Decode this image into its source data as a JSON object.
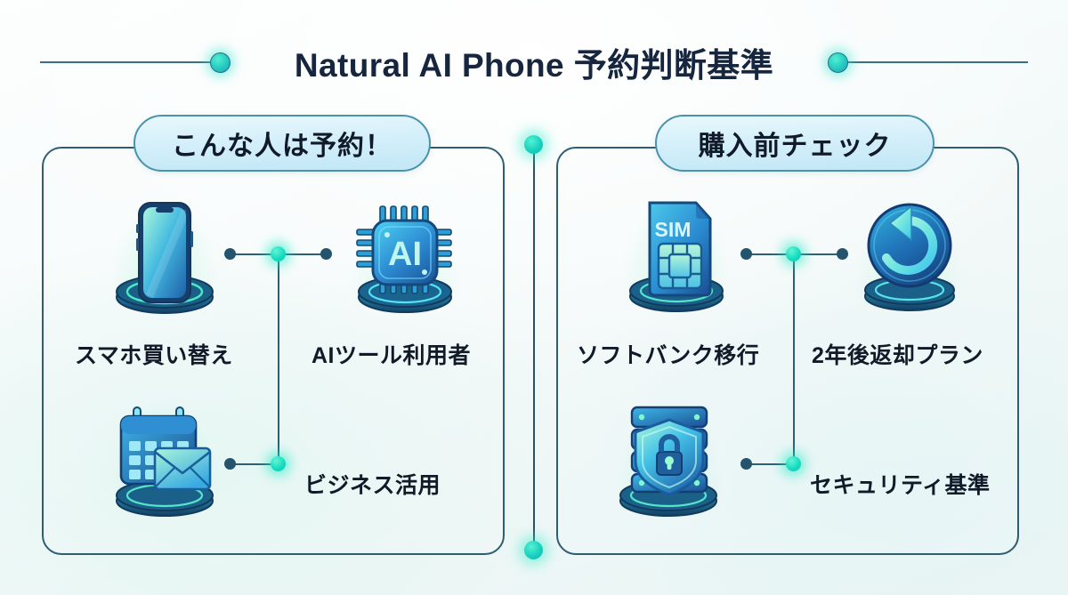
{
  "title": {
    "text": "Natural AI Phone 予約判断基準"
  },
  "colors": {
    "accent_teal": "#17dcc0",
    "line_navy": "#2f5e72",
    "text_dark": "#111a28",
    "pill_border": "#4a93ab",
    "pill_fill": "#d3effa"
  },
  "panels": [
    {
      "id": "left",
      "header": "こんな人は予約！",
      "items": [
        {
          "label": "スマホ買い替え",
          "icon": "smartphone-icon"
        },
        {
          "label": "AIツール利用者",
          "icon": "ai-chip-icon"
        },
        {
          "label": "ビジネス活用",
          "icon": "calendar-mail-icon"
        }
      ]
    },
    {
      "id": "right",
      "header": "購入前チェック",
      "items": [
        {
          "label": "ソフトバンク移行",
          "icon": "sim-card-icon"
        },
        {
          "label": "2年後返却プラン",
          "icon": "return-arrow-icon"
        },
        {
          "label": "セキュリティ基準",
          "icon": "server-shield-lock-icon"
        }
      ]
    }
  ],
  "icon_text": {
    "ai_chip": "AI",
    "sim_card": "SIM"
  }
}
